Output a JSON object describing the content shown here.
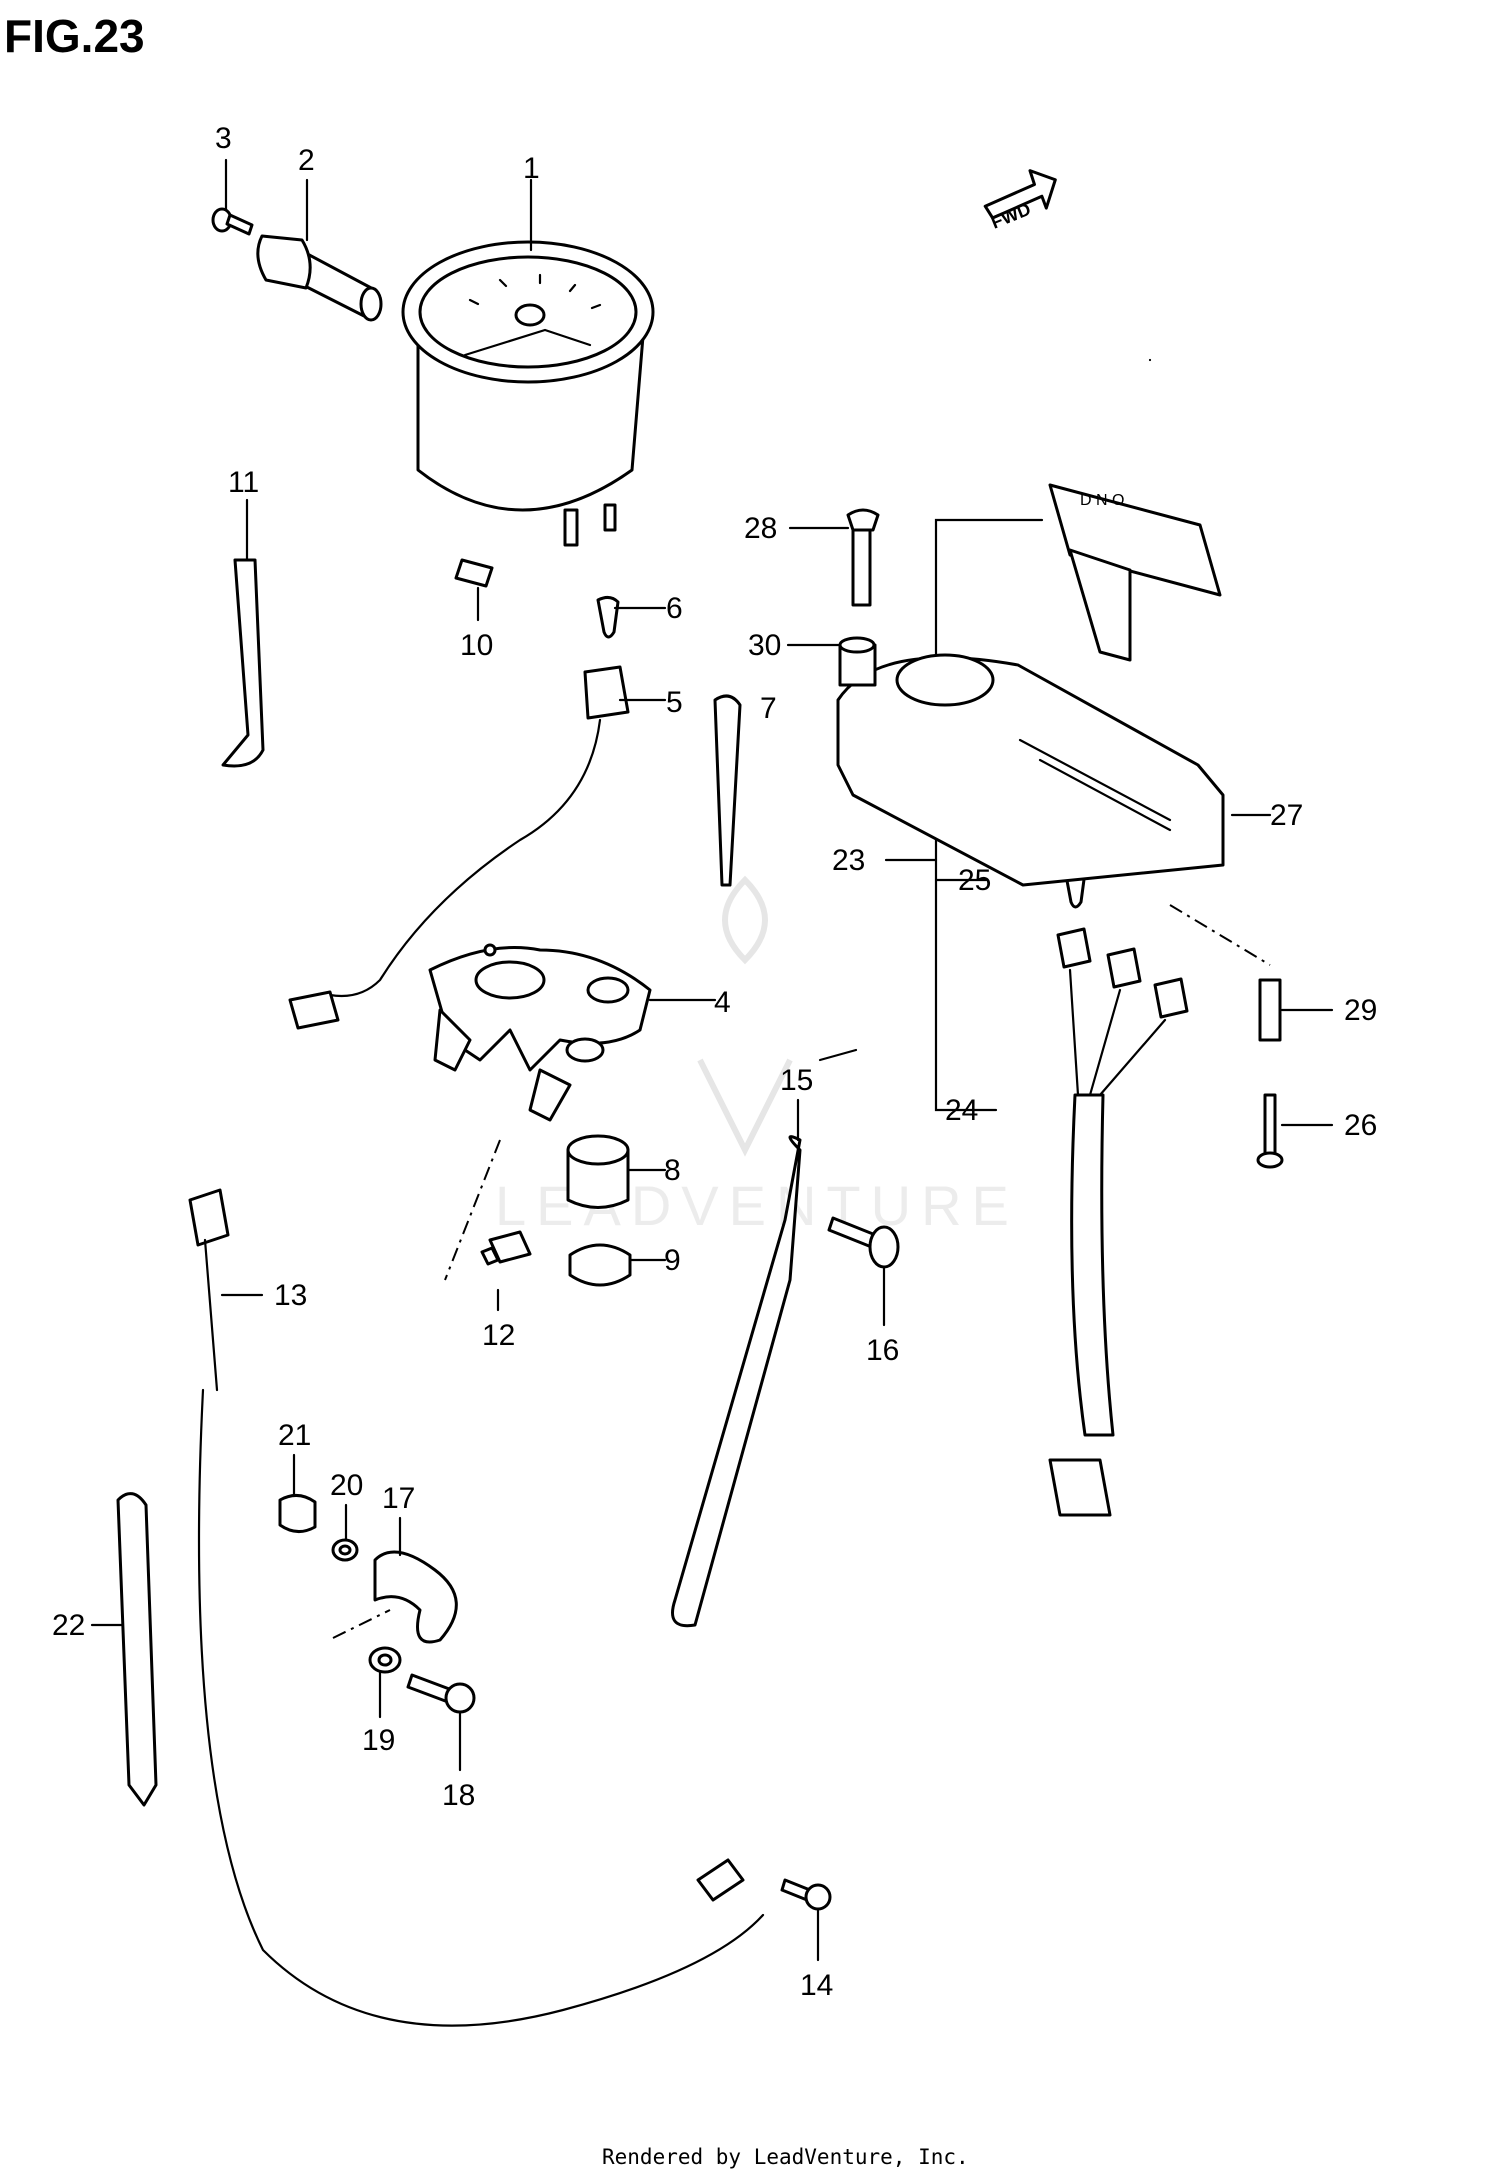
{
  "title": "FIG.23",
  "fwd_label": "FWD",
  "watermark": "LEADVENTURE",
  "footer": "Rendered by LeadVenture, Inc.",
  "callouts": [
    "1",
    "2",
    "3",
    "4",
    "5",
    "6",
    "7",
    "8",
    "9",
    "10",
    "11",
    "12",
    "13",
    "14",
    "15",
    "16",
    "17",
    "18",
    "19",
    "20",
    "21",
    "22",
    "23",
    "24",
    "25",
    "26",
    "27",
    "28",
    "29",
    "30"
  ]
}
